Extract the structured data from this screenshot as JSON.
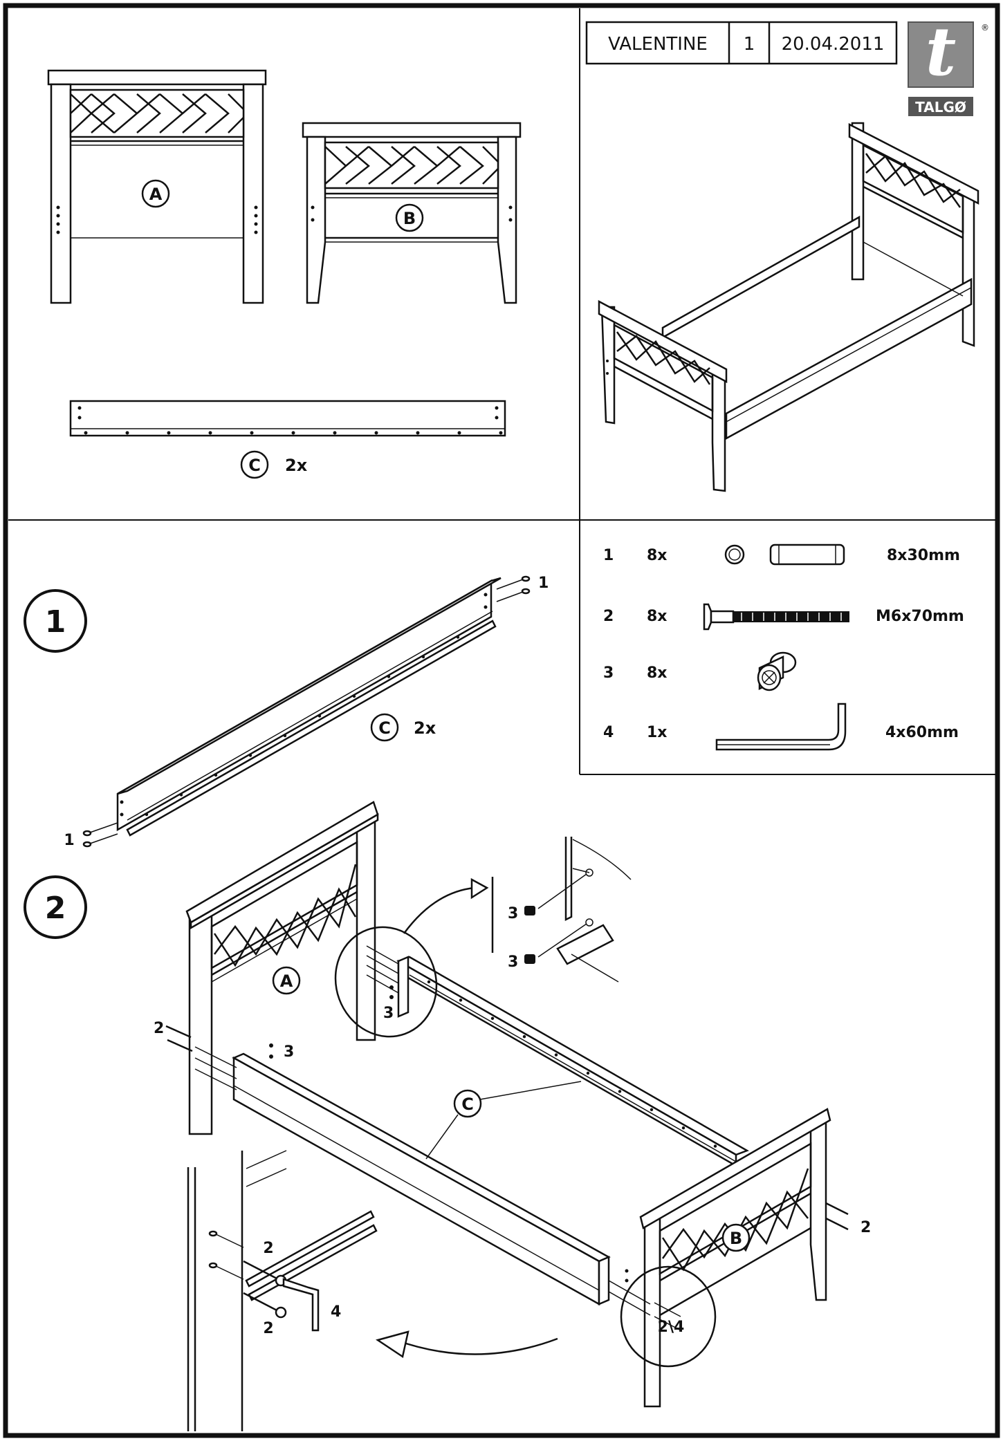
{
  "title_block": {
    "model": "VALENTINE",
    "page": "1",
    "date": "20.04.2011",
    "logo_letter": "t",
    "logo_text": "TALGØ",
    "registered": "®"
  },
  "parts": {
    "a": "A",
    "b": "B",
    "c": "C",
    "c_qty": "2x"
  },
  "hardware": [
    {
      "id": "1",
      "qty": "8x",
      "size": "8x30mm",
      "icon": "dowel-icon"
    },
    {
      "id": "2",
      "qty": "8x",
      "size": "M6x70mm",
      "icon": "bolt-icon"
    },
    {
      "id": "3",
      "qty": "8x",
      "size": "",
      "icon": "cam-nut-icon"
    },
    {
      "id": "4",
      "qty": "1x",
      "size": "4x60mm",
      "icon": "allen-key-icon"
    }
  ],
  "steps": {
    "step1": "1",
    "step2": "2"
  },
  "callouts": {
    "dowel": "1",
    "bolt": "2",
    "cam": "3",
    "key": "4",
    "key_bolt": "2\\4"
  },
  "colors": {
    "line": "#111111",
    "logo_bg": "#8a8a8a",
    "paper": "#ffffff"
  }
}
